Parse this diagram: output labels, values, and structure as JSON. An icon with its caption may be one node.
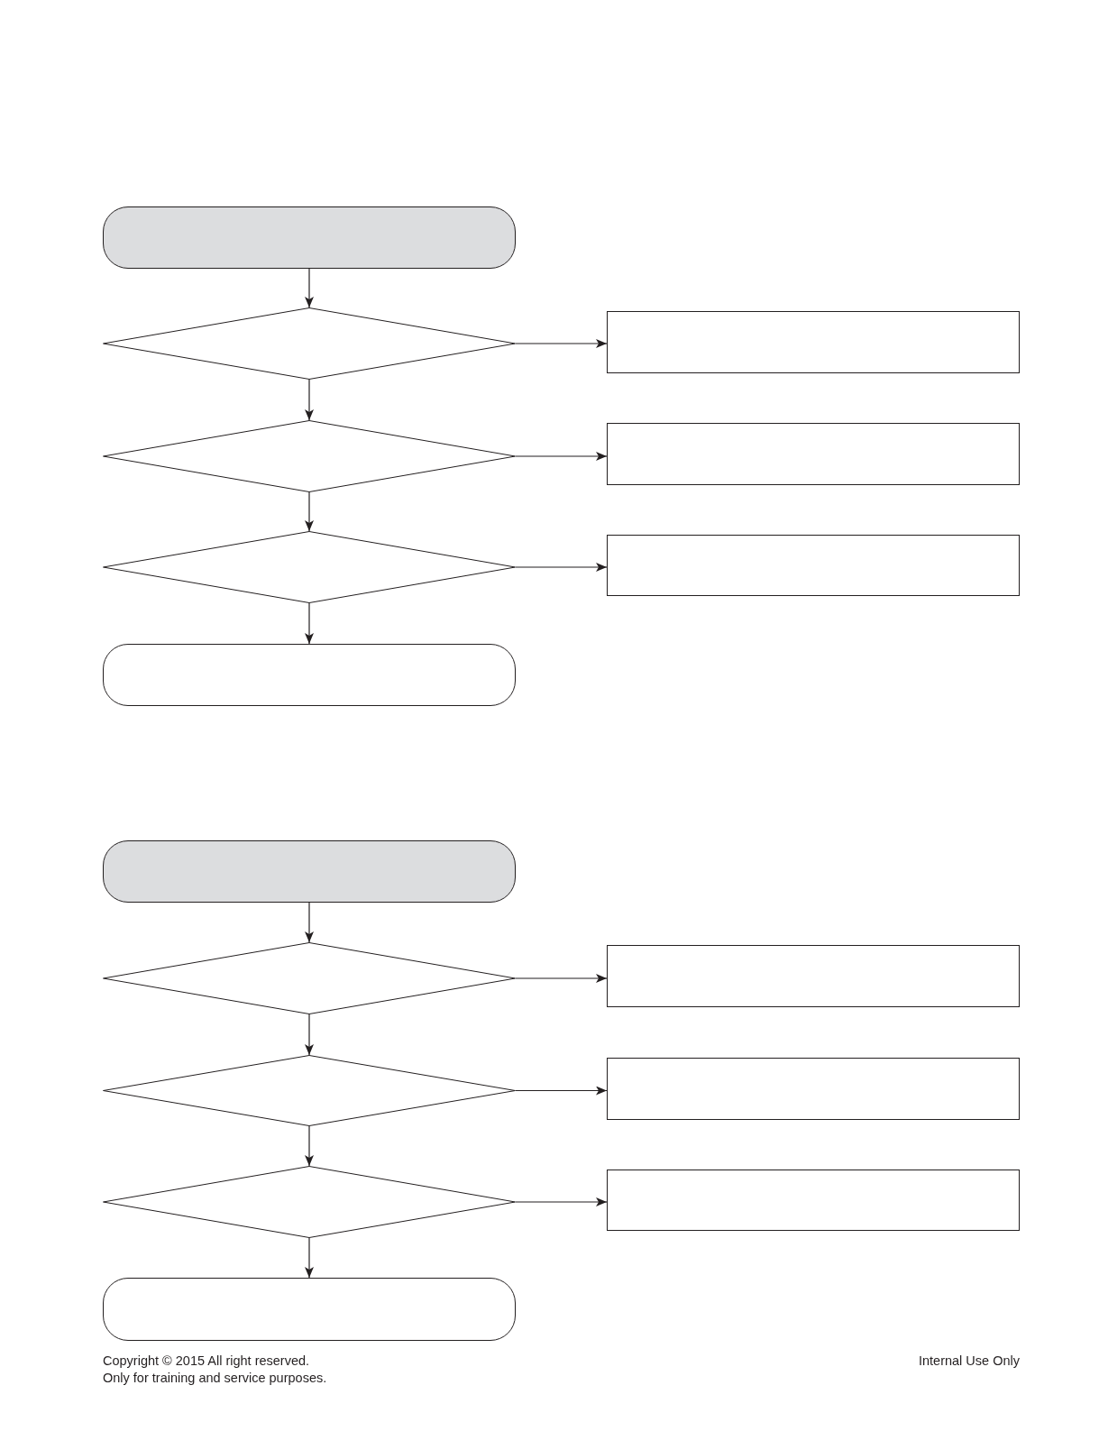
{
  "diagram": {
    "nodes": [
      {
        "text": [],
        "shape": "capsule"
      },
      {
        "text": [],
        "shape": "diamond"
      },
      {
        "text": [],
        "shape": "box"
      },
      {
        "text": [],
        "shape": "diamond"
      },
      {
        "text": [],
        "shape": "box"
      },
      {
        "text": [],
        "shape": "diamond"
      },
      {
        "text": [],
        "shape": "box"
      },
      {
        "text": [],
        "shape": "capsule"
      },
      {
        "text": [],
        "shape": "capsule"
      },
      {
        "text": [],
        "shape": "diamond"
      },
      {
        "text": [],
        "shape": "box"
      },
      {
        "text": [],
        "shape": "diamond"
      },
      {
        "text": [],
        "shape": "box"
      },
      {
        "text": [],
        "shape": "diamond"
      },
      {
        "text": [],
        "shape": "box"
      },
      {
        "text": [],
        "shape": "capsule"
      }
    ],
    "edges": [
      {
        "from": 0,
        "to": 1,
        "arrow": "to"
      },
      {
        "from": 1,
        "to": 2,
        "arrow": "to"
      },
      {
        "from": 1,
        "to": 3,
        "arrow": "to"
      },
      {
        "from": 3,
        "to": 4,
        "arrow": "to"
      },
      {
        "from": 3,
        "to": 5,
        "arrow": "to"
      },
      {
        "from": 5,
        "to": 6,
        "arrow": "to"
      },
      {
        "from": 5,
        "to": 7,
        "arrow": "to"
      },
      {
        "from": 8,
        "to": 9,
        "arrow": "to"
      },
      {
        "from": 9,
        "to": 10,
        "arrow": "to"
      },
      {
        "from": 9,
        "to": 11,
        "arrow": "to"
      },
      {
        "from": 11,
        "to": 12,
        "arrow": "to"
      },
      {
        "from": 11,
        "to": 13,
        "arrow": "to"
      },
      {
        "from": 13,
        "to": 14,
        "arrow": "to"
      },
      {
        "from": 13,
        "to": 15,
        "arrow": "to"
      }
    ],
    "labels": [
      "Copyright © 2015 All right reserved.",
      "Only for training and service purposes.",
      "Internal Use Only"
    ]
  }
}
